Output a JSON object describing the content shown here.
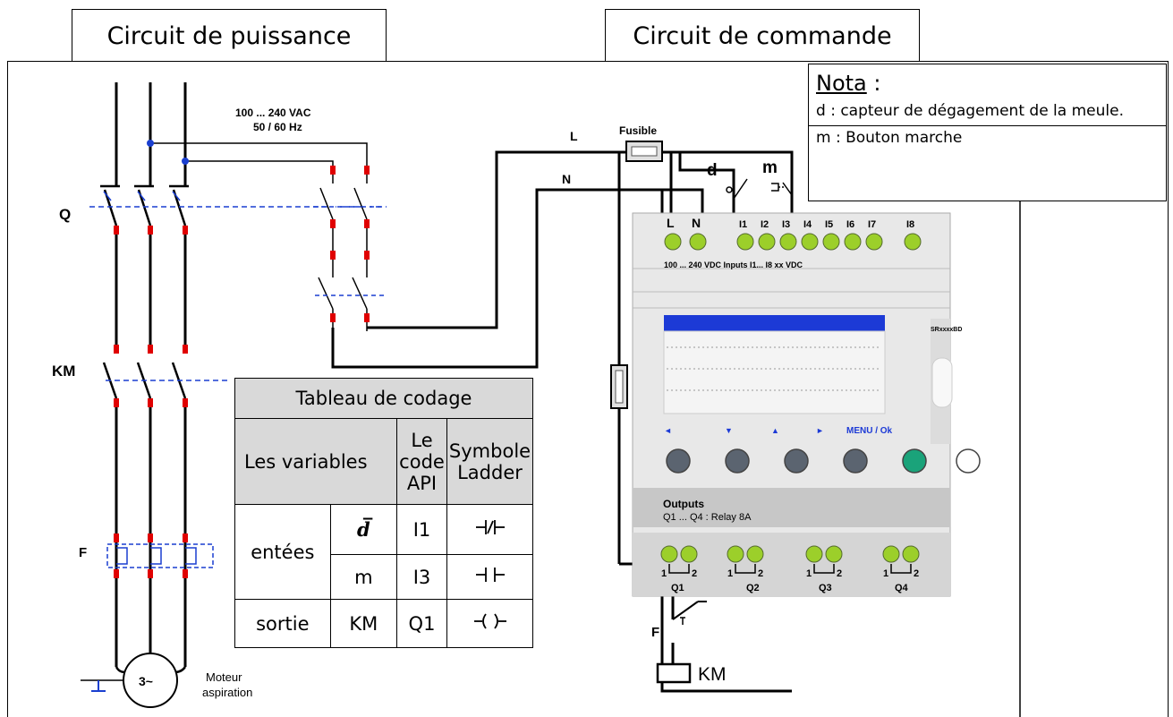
{
  "headers": {
    "power": "Circuit de puissance",
    "control": "Circuit de commande"
  },
  "nota": {
    "title": "Nota",
    "colon": " :",
    "line1": "d : capteur de dégagement de la meule.",
    "line2": "m : Bouton marche"
  },
  "power_circuit": {
    "supply": "100 ... 240 VAC",
    "freq": "50 / 60 Hz",
    "q": "Q",
    "km": "KM",
    "f": "F",
    "motor_symbol": "3~",
    "motor_line1": "Moteur",
    "motor_line2": "aspiration"
  },
  "control_circuit": {
    "l": "L",
    "n": "N",
    "fusible": "Fusible",
    "d": "d",
    "m": "m",
    "f": "F",
    "km": "KM"
  },
  "plc": {
    "terminal_labels": [
      "L",
      "N",
      "I1",
      "I2",
      "I3",
      "I4",
      "I5",
      "I6",
      "I7",
      "I8"
    ],
    "supply_label": "100 ... 240 VDC   Inputs I1... I8 xx VDC",
    "side_label": "SRxxxxBD",
    "arrow_left": "◄",
    "arrow_down": "▼",
    "arrow_up": "▲",
    "arrow_right": "►",
    "menu": "MENU / Ok",
    "outputs_title": "Outputs",
    "outputs_sub": "Q1 ... Q4 : Relay  8A",
    "relay_one": "1",
    "relay_two": "2",
    "outputs": [
      "Q1",
      "Q2",
      "Q3",
      "Q4"
    ]
  },
  "coding_table": {
    "title": "Tableau de codage",
    "col_variables": "Les variables",
    "col_code": "Le code API",
    "col_symbol": "Symbole Ladder",
    "group_inputs": "entées",
    "group_output": "sortie",
    "rows": [
      {
        "var": "d̅",
        "code": "I1",
        "symbol": "-|/|-"
      },
      {
        "var": "m",
        "code": "I3",
        "symbol": "-| |-"
      },
      {
        "var": "KM",
        "code": "Q1",
        "symbol": "-( )-"
      }
    ]
  },
  "colors": {
    "wire": "#000000",
    "contact": "#e00000",
    "dash": "#1a3fd0",
    "terminal_green": "#9ccf2a",
    "plc_body": "#e8e8e8",
    "lcd_bar": "#1c3ad6",
    "button_gray": "#5b6470",
    "button_green": "#1aa37a"
  }
}
